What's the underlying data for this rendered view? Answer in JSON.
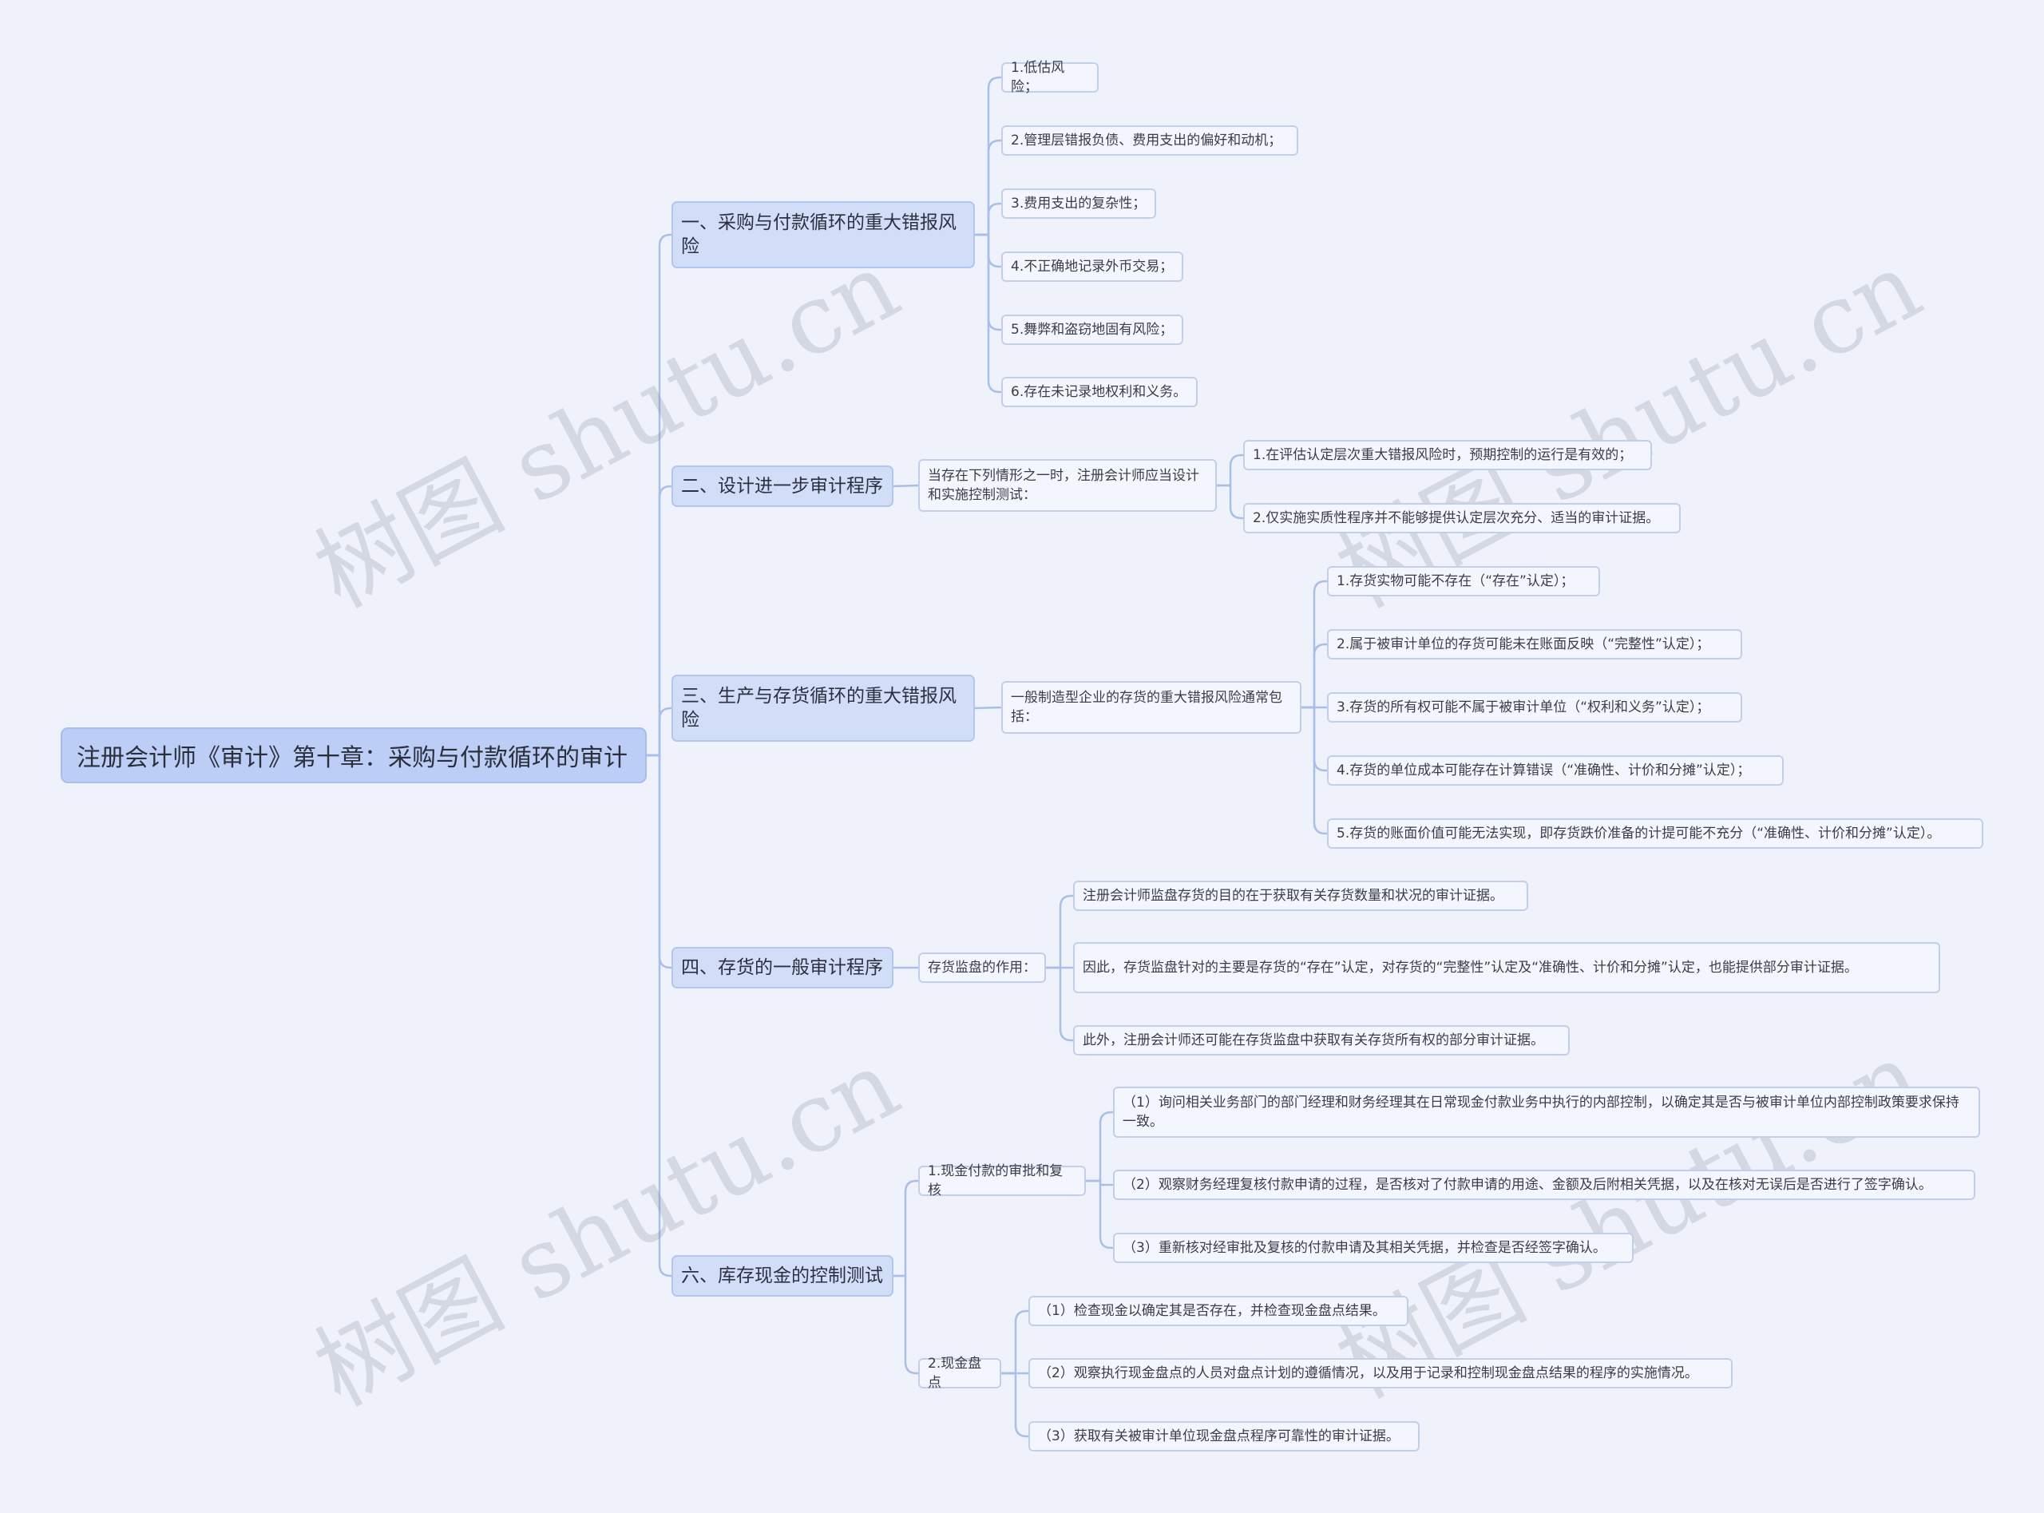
{
  "root": "注册会计师《审计》第十章：采购与付款循环的审计",
  "watermark": "树图 shutu.cn",
  "colors": {
    "line": "#a9bfe8",
    "root_bg": "#bccef6",
    "branch_bg": "#d2ddf8",
    "leaf_bg": "#f4f6fd"
  },
  "branches": [
    {
      "label": "一、采购与付款循环的重大错报风险",
      "items": [
        "1.低估风险；",
        "2.管理层错报负债、费用支出的偏好和动机；",
        "3.费用支出的复杂性；",
        "4.不正确地记录外币交易；",
        "5.舞弊和盗窃地固有风险；",
        "6.存在未记录地权利和义务。"
      ]
    },
    {
      "label": "二、设计进一步审计程序",
      "intro": "当存在下列情形之一时，注册会计师应当设计和实施控制测试：",
      "items": [
        "1.在评估认定层次重大错报风险时，预期控制的运行是有效的；",
        "2.仅实施实质性程序并不能够提供认定层次充分、适当的审计证据。"
      ]
    },
    {
      "label": "三、生产与存货循环的重大错报风险",
      "intro": "一般制造型企业的存货的重大错报风险通常包括：",
      "items": [
        "1.存货实物可能不存在（“存在”认定）；",
        "2.属于被审计单位的存货可能未在账面反映（“完整性”认定）；",
        "3.存货的所有权可能不属于被审计单位（“权利和义务”认定）；",
        "4.存货的单位成本可能存在计算错误（“准确性、计价和分摊”认定）；",
        "5.存货的账面价值可能无法实现，即存货跌价准备的计提可能不充分（“准确性、计价和分摊”认定）。"
      ]
    },
    {
      "label": "四、存货的一般审计程序",
      "intro": "存货监盘的作用：",
      "items": [
        "注册会计师监盘存货的目的在于获取有关存货数量和状况的审计证据。",
        "因此，存货监盘针对的主要是存货的“存在”认定，对存货的“完整性”认定及“准确性、计价和分摊”认定，也能提供部分审计证据。",
        "此外，注册会计师还可能在存货监盘中获取有关存货所有权的部分审计证据。"
      ]
    },
    {
      "label": "六、库存现金的控制测试",
      "groups": [
        {
          "label": "1.现金付款的审批和复核",
          "items": [
            "（1）询问相关业务部门的部门经理和财务经理其在日常现金付款业务中执行的内部控制，以确定其是否与被审计单位内部控制政策要求保持一致。",
            "（2）观察财务经理复核付款申请的过程，是否核对了付款申请的用途、金额及后附相关凭据，以及在核对无误后是否进行了签字确认。",
            "（3）重新核对经审批及复核的付款申请及其相关凭据，并检查是否经签字确认。"
          ]
        },
        {
          "label": "2.现金盘点",
          "items": [
            "（1）检查现金以确定其是否存在，并检查现金盘点结果。",
            "（2）观察执行现金盘点的人员对盘点计划的遵循情况，以及用于记录和控制现金盘点结果的程序的实施情况。",
            "（3）获取有关被审计单位现金盘点程序可靠性的审计证据。"
          ]
        }
      ]
    }
  ]
}
